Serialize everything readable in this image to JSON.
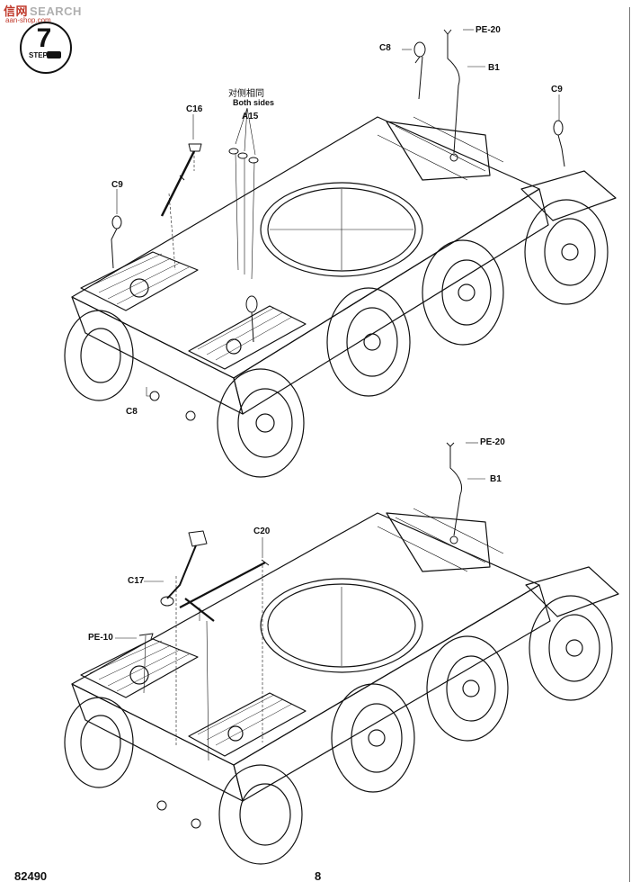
{
  "watermark": {
    "cn": "信网",
    "text": "SEARCH",
    "sub": "aan-shop.com"
  },
  "step": {
    "number": "7",
    "label": "STEP"
  },
  "top_callouts": {
    "c8_top": "C8",
    "pe20": "PE-20",
    "b1": "B1",
    "c9_right": "C9",
    "both_sides_cn": "对侧相同",
    "both_sides_en": "Both sides",
    "a15": "A15",
    "c16": "C16",
    "c9_left": "C9",
    "c8_bottom": "C8"
  },
  "bottom_callouts": {
    "pe20": "PE-20",
    "b1": "B1",
    "c20": "C20",
    "c17": "C17",
    "pe10": "PE-10"
  },
  "footer": {
    "code": "82490",
    "page": "8"
  }
}
